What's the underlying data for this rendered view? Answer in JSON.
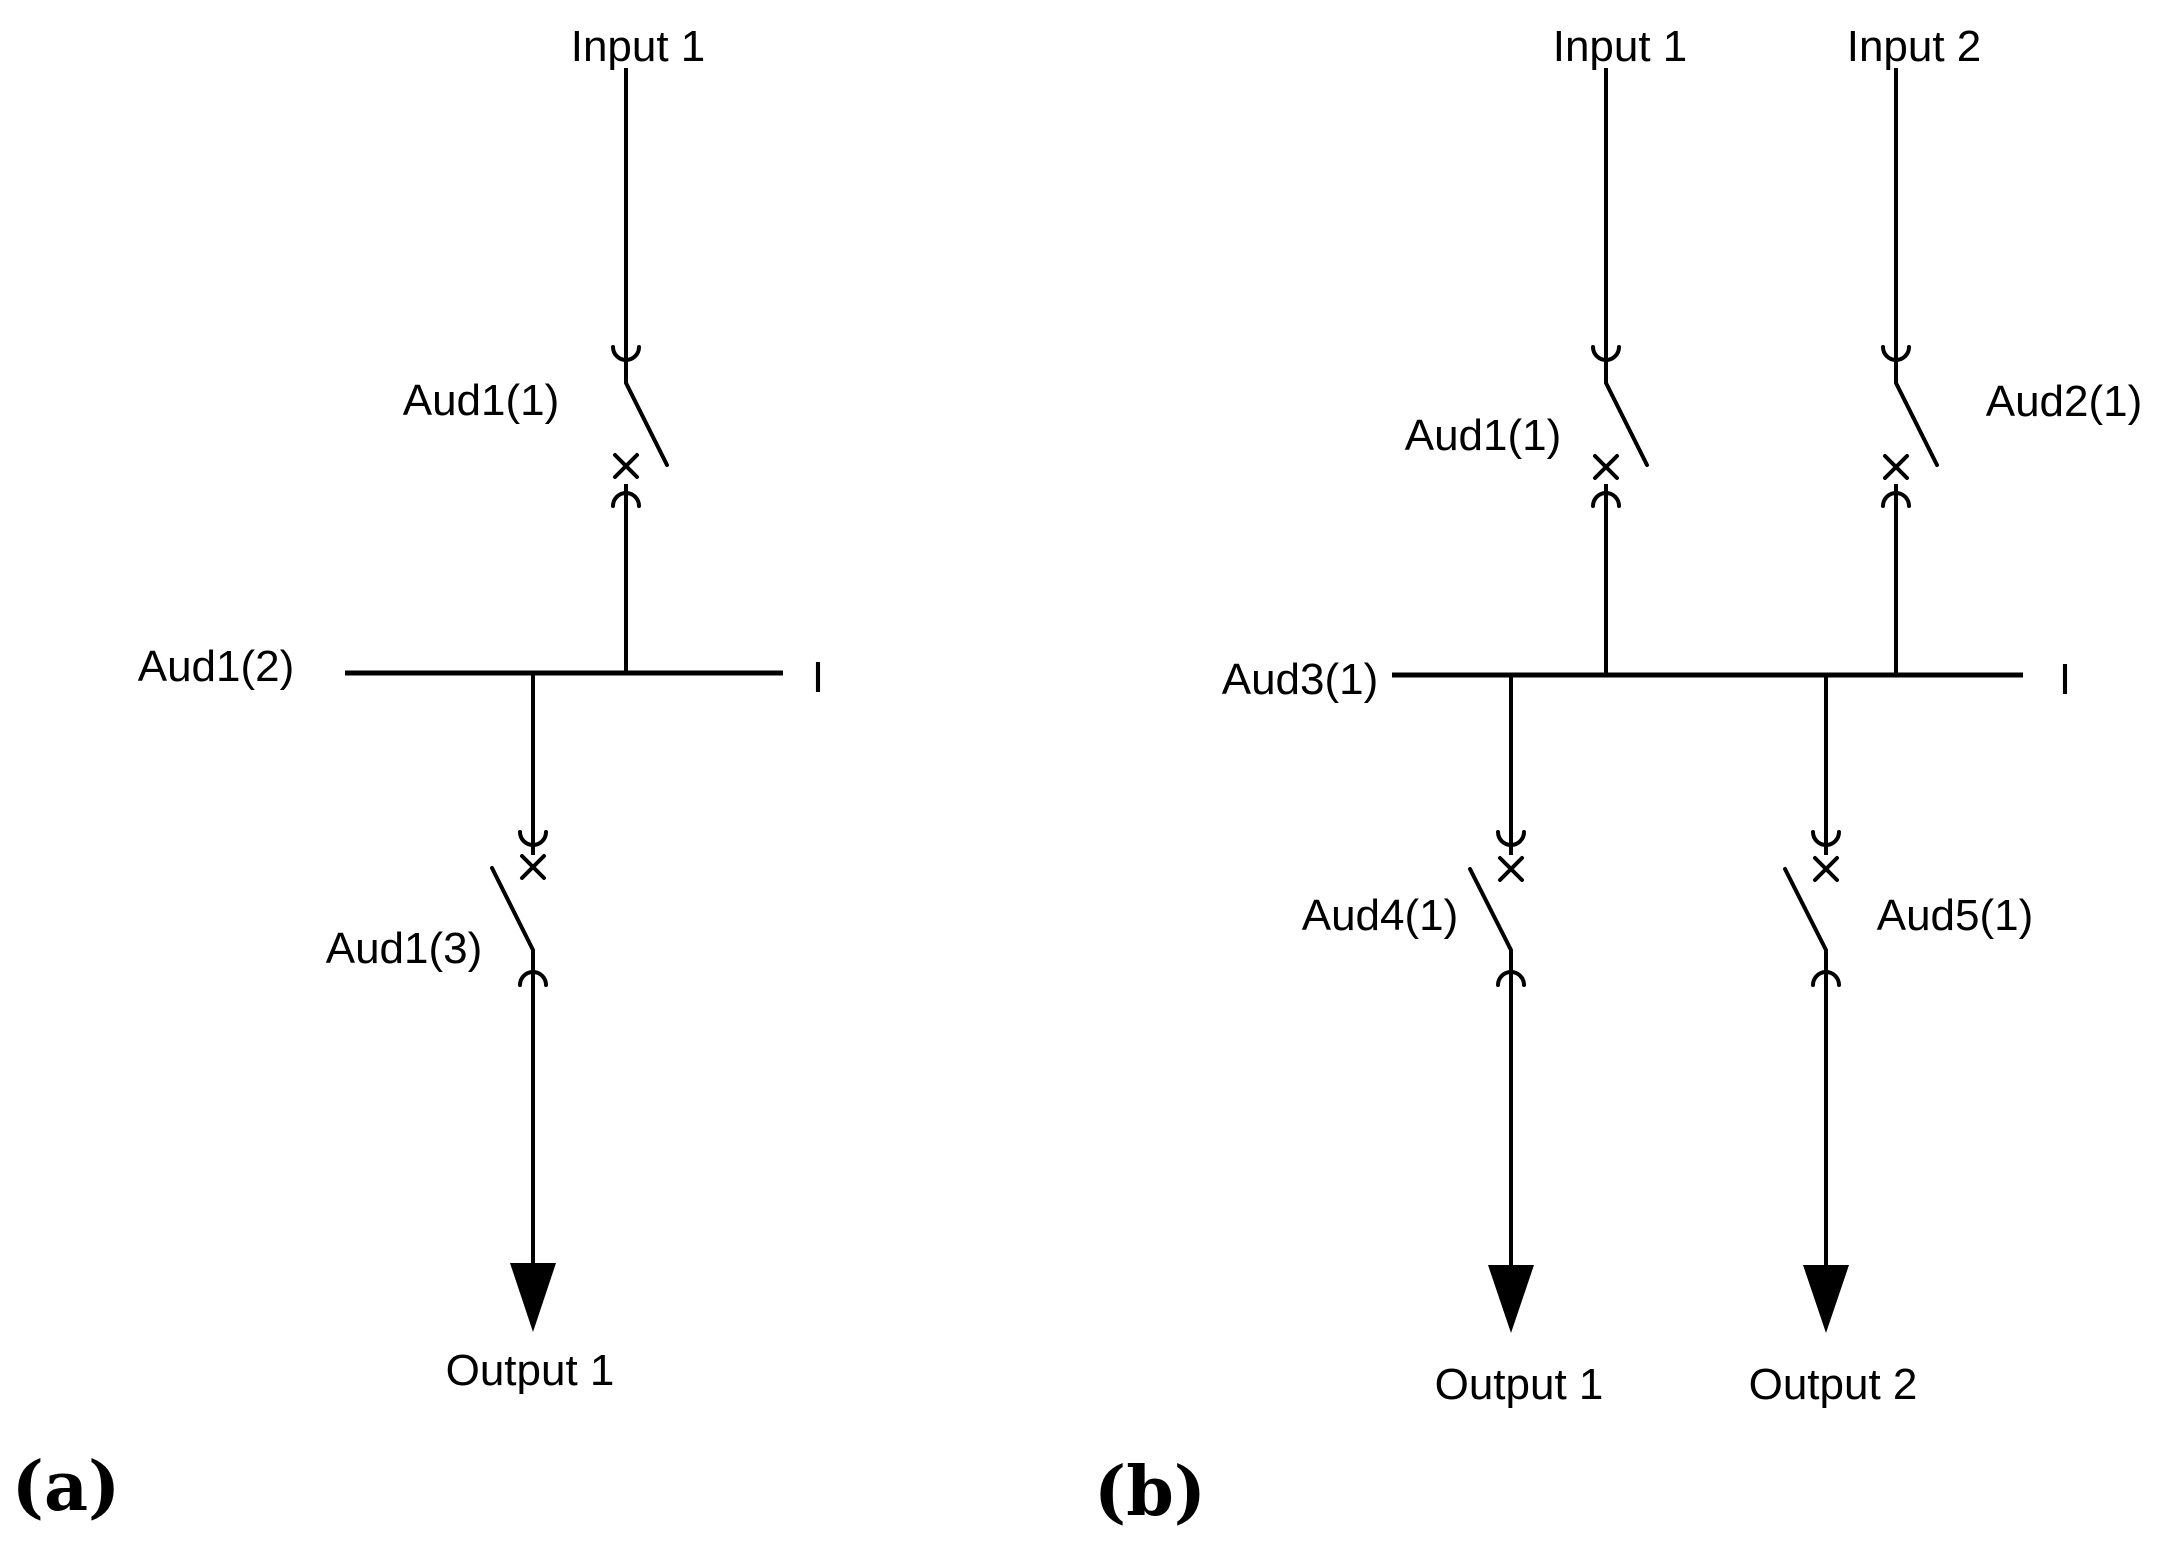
{
  "colors": {
    "line": "#000000",
    "background": "#ffffff",
    "text": "#000000"
  },
  "panel_a": {
    "tag_label": "(a)",
    "input_label": "Input 1",
    "breaker_input_label": "Aud1(1)",
    "busbar_label": "Aud1(2)",
    "busbar_terminal_label": "I",
    "breaker_output_label": "Aud1(3)",
    "output_label": "Output 1"
  },
  "panel_b": {
    "tag_label": "(b)",
    "input1_label": "Input 1",
    "input2_label": "Input 2",
    "breaker_input1_label": "Aud1(1)",
    "breaker_input2_label": "Aud2(1)",
    "busbar_label": "Aud3(1)",
    "busbar_terminal_label": "I",
    "breaker_output1_label": "Aud4(1)",
    "breaker_output2_label": "Aud5(1)",
    "output1_label": "Output 1",
    "output2_label": "Output 2"
  }
}
